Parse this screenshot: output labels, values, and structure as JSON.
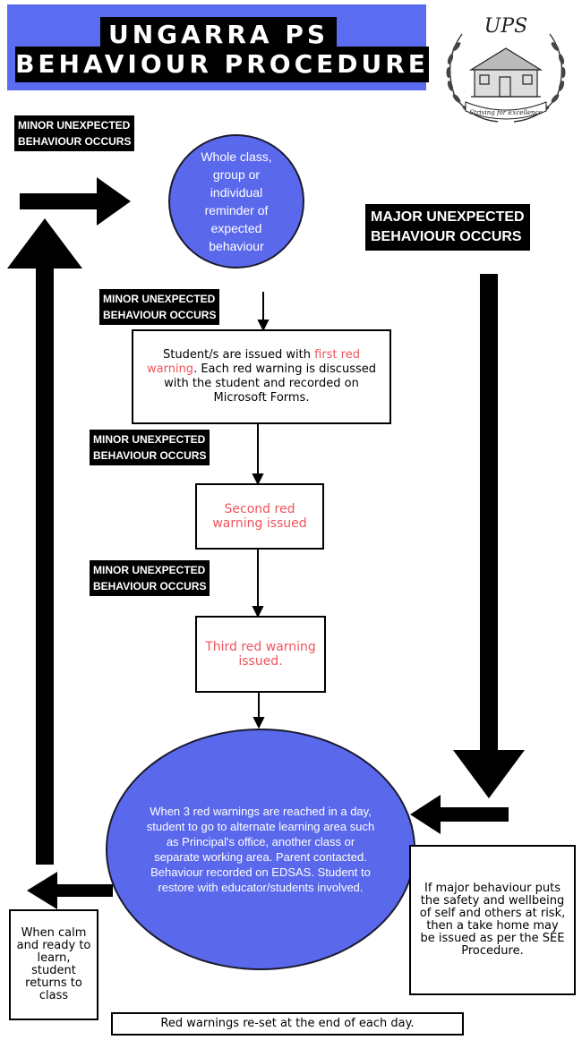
{
  "header": {
    "title_line1": "UNGARRA PS",
    "title_line2": "BEHAVIOUR PROCEDURE",
    "logo_motto": "Striving for Excellence",
    "logo_initials": "UPS",
    "band_color": "#5b6cf0"
  },
  "labels": {
    "minor_1": [
      "MINOR UNEXPECTED",
      "BEHAVIOUR OCCURS"
    ],
    "minor_2": [
      "MINOR UNEXPECTED",
      "BEHAVIOUR OCCURS"
    ],
    "minor_3": [
      "MINOR UNEXPECTED",
      "BEHAVIOUR OCCURS"
    ],
    "minor_4": [
      "MINOR UNEXPECTED",
      "BEHAVIOUR OCCURS"
    ],
    "major": [
      "MAJOR UNEXPECTED",
      "BEHAVIOUR OCCURS"
    ]
  },
  "nodes": {
    "reminder": "Whole class, group or individual reminder of expected behaviour",
    "first_warning_pre": "Student/s are issued with ",
    "first_warning_red": "first red warning",
    "first_warning_post": ". Each red warning is discussed with the student and recorded on Microsoft Forms.",
    "second_warning": "Second red warning issued",
    "third_warning": "Third red warning issued.",
    "three_warnings": "When 3 red warnings are reached in a day, student to go to alternate learning area such as Principal's office, another class or separate working area. Parent contacted. Behaviour recorded on EDSAS. Student to restore with educator/students involved.",
    "major_outcome": "If major behaviour puts  the safety and wellbeing of self and others at risk, then a take home may be issued as per the SEE Procedure.",
    "return_to_class": "When calm and ready to learn, student returns to class",
    "footer_note": "Red warnings re-set at the end of each day."
  },
  "colors": {
    "circle_fill": "#5a68ec",
    "warning_red": "#f0545c"
  }
}
